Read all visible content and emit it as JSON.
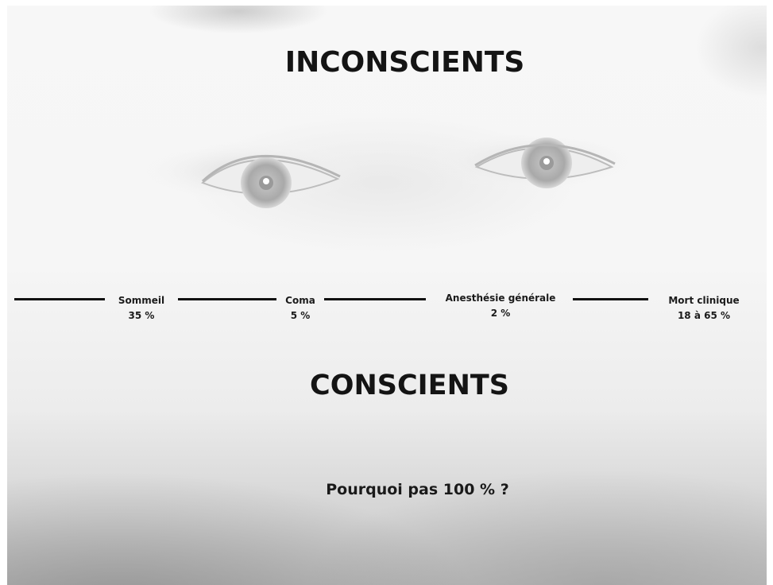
{
  "slide": {
    "title_top": "INCONSCIENTS",
    "title_bottom": "CONSCIENTS",
    "question": "Pourquoi pas 100 % ?"
  },
  "timeline": {
    "items": [
      {
        "label": "Sommeil",
        "value": "35 %"
      },
      {
        "label": "Coma",
        "value": "5 %"
      },
      {
        "label": "Anesthésie générale",
        "value": "2 %"
      },
      {
        "label": "Mort clinique",
        "value": "18 à 65 %"
      }
    ]
  },
  "colors": {
    "text": "#141414",
    "line": "#111111",
    "background": "#f6f6f6"
  }
}
